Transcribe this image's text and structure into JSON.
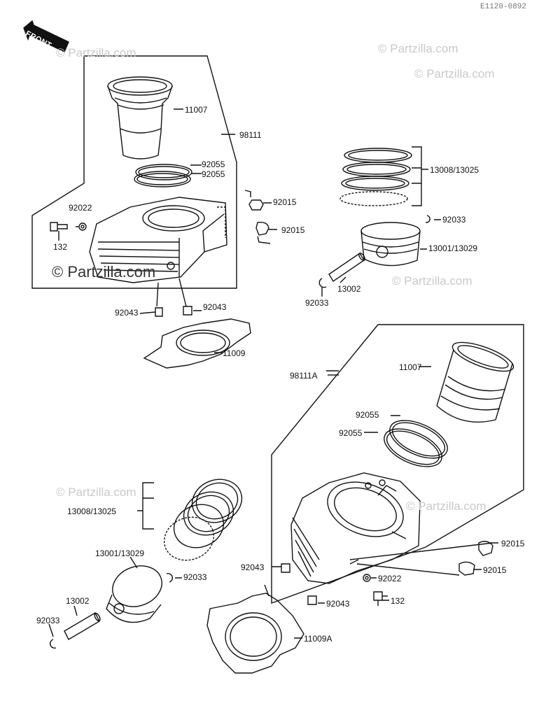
{
  "diagram": {
    "code": "E1120-0892",
    "front_label": "FRONT",
    "watermark": "© Partzilla.com",
    "parts": {
      "upper": {
        "liner": "11007",
        "assembly": "98111",
        "oring_a": "92055",
        "oring_b": "92055",
        "washer": "92022",
        "bolt": "132",
        "cap_a": "92015",
        "cap_b": "92015",
        "dowel_a": "92043",
        "dowel_b": "92043",
        "gasket": "11009",
        "rings": "13008/13025",
        "circlip_a": "92033",
        "piston": "13001/13029",
        "pin": "13002",
        "circlip_b": "92033"
      },
      "lower": {
        "assembly": "98111A",
        "liner": "11007",
        "oring_a": "92055",
        "oring_b": "92055",
        "rings": "13008/13025",
        "piston": "13001/13029",
        "circlip_a": "92033",
        "pin": "13002",
        "circlip_b": "92033",
        "dowel_a": "92043",
        "washer": "92022",
        "bolt": "132",
        "dowel_b": "92043",
        "gasket": "11009A",
        "cap_a": "92015",
        "cap_b": "92015"
      }
    }
  }
}
